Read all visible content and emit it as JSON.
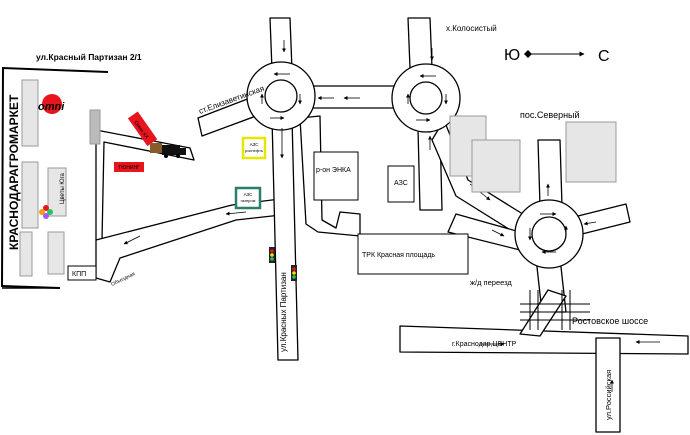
{
  "labels": {
    "address": "ул.Красный Партизан 2/1",
    "market": "КРАСНОДАРАГРОМАРКЕТ",
    "logo": "omni",
    "flowers": "Цветы Юга",
    "checkpoint": "КПП",
    "bypass": "Объездная",
    "elizavetinskaya": "ст.Елизаветинская",
    "krasnyh_partizan": "ул.Красных Партизан",
    "kolosisty": "х.Колосистый",
    "enka": "р-он ЭНКА",
    "azs": "АЗС",
    "azs_rosneft_1": "АЗС",
    "azs_rosneft_2": "роснефть",
    "azs_gazprom_1": "АЗС",
    "azs_gazprom_2": "газпром",
    "trk": "ТРК Красная площадь",
    "severny": "пос.Северный",
    "railway": "ж/д переезд",
    "rostov_highway": "Ростовское шоссе",
    "center": "г.Краснодар,ЦЕНТР",
    "rossiyskaya": "ул.Российская",
    "red_sign": "Омни ХХ",
    "tuning": "ТЮНИНГ"
  },
  "compass": {
    "south": "Ю",
    "north": "С"
  },
  "colors": {
    "road": "#ffffff",
    "road_outline": "#000000",
    "building": "#e6e6e6",
    "building_outline": "#888888",
    "accent_red": "#e8141e",
    "azs_rosneft_border": "#e6e600",
    "azs_gazprom_border": "#2e7d6b"
  }
}
